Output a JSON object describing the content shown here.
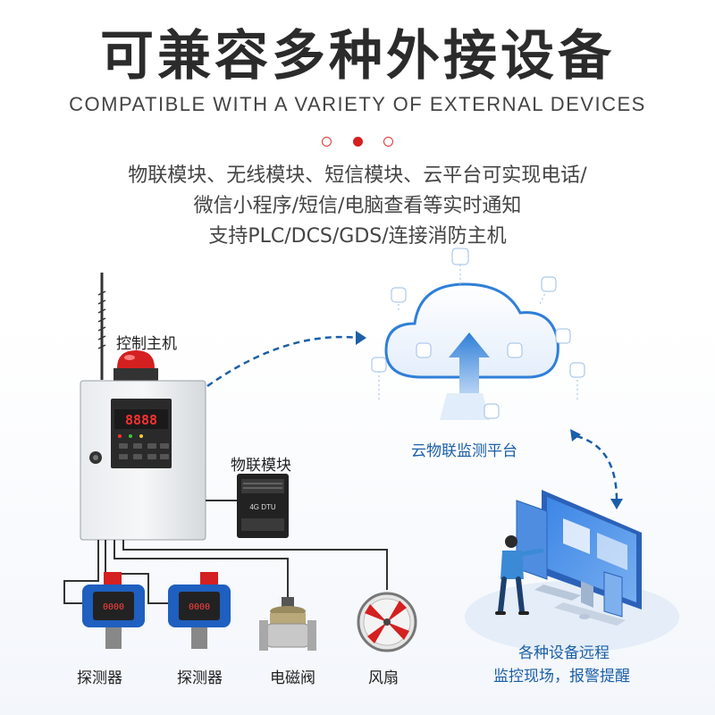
{
  "header": {
    "title": "可兼容多种外接设备",
    "subtitle": "COMPATIBLE WITH A VARIETY OF EXTERNAL DEVICES"
  },
  "description": {
    "lines": [
      "物联模块、无线模块、短信模块、云平台可实现电话/",
      "微信小程序/短信/电脑查看等实时通知",
      "支持PLC/DCS/GDS/连接消防主机"
    ]
  },
  "diagram": {
    "controller_label": "控制主机",
    "iot_module_label": "物联模块",
    "iot_module_text": "4G DTU",
    "cloud_label": "云物联监测平台",
    "display_reading": "8888",
    "devices": [
      "探测器",
      "探测器",
      "电磁阀",
      "风扇"
    ],
    "detector_reading": "0000",
    "remote_caption": [
      "各种设备远程",
      "监控现场，报警提醒"
    ]
  },
  "colors": {
    "accent_red": "#d42020",
    "cloud_blue": "#2f7fd8",
    "link_blue": "#1b5fa8"
  }
}
